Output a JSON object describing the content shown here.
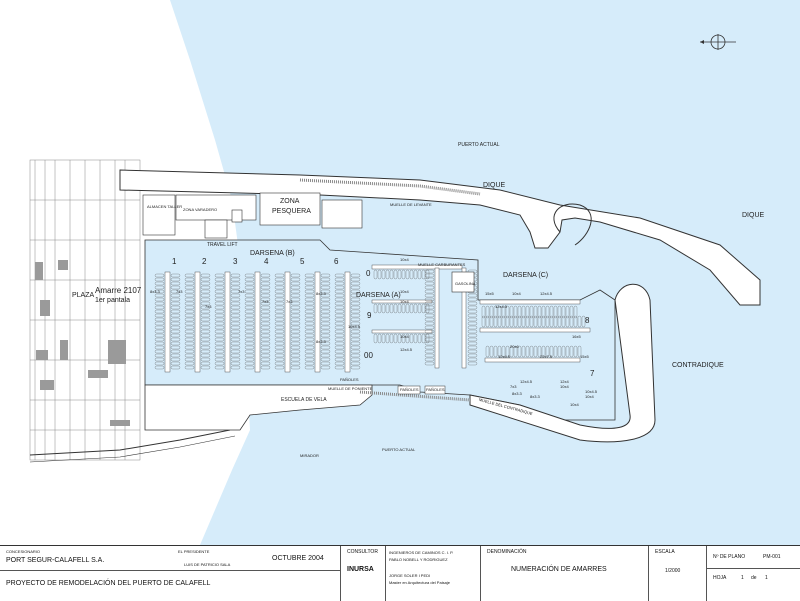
{
  "colors": {
    "sea": "#d6ecfa",
    "land": "#ffffff",
    "line": "#333333"
  },
  "icons": [
    "compass-rose-icon"
  ],
  "map_labels": {
    "puerto_actual_top": "PUERTO ACTUAL",
    "dique_1": "DIQUE",
    "dique_2": "DIQUE",
    "muelle_levante": "MUELLE DE LEVANTE",
    "almacen_taller": "ALMACEN TALLER",
    "zona_varadero": "ZONA VARADERO",
    "zona": "ZONA",
    "pesquera": "PESQUERA",
    "travel_lift": "TRAVEL LIFT",
    "darsena_b": "DARSENA (B)",
    "darsena_a": "DARSENA (A)",
    "darsena_c": "DARSENA (C)",
    "plaza": "PLAZA",
    "amarre_2107": "Amarre 2107",
    "pantala": "1er pantala",
    "muelle_carburantes": "MUELLE CARBURANTES",
    "gasolina": "GASOLINA",
    "contradique": "CONTRADIQUE",
    "escuela_vela": "ESCUELA DE VELA",
    "muelle_poniente": "MUELLE DE PONIENTE",
    "mirador": "MIRADOR",
    "puerto_actual_bottom": "PUERTO ACTUAL",
    "muelle_contradique": "MUELLE DEL CONTRADIQUE",
    "pañoles_1": "PAÑOLES",
    "pañoles_2": "PAÑOLES",
    "pañoles_3": "PAÑOLES"
  },
  "pier_numbers": [
    "1",
    "2",
    "3",
    "4",
    "5",
    "6"
  ],
  "pier_numbers_b": [
    "0",
    "9",
    "00",
    "8",
    "7"
  ],
  "berth_sizes": [
    "8x3.3",
    "7x3",
    "7x3",
    "7x3",
    "7x3",
    "7x3",
    "8x3.3",
    "8x3.3",
    "10x4.5",
    "10x4",
    "10x4",
    "10x4",
    "10x4",
    "12x4.5",
    "12x4.5",
    "10x4",
    "12x4.5",
    "15x5",
    "16x5",
    "20x6",
    "22x7.5",
    "12x4.5",
    "12x4.5",
    "10x4",
    "12x4",
    "10x4",
    "8x3.3",
    "7x3",
    "8x3.3",
    "10x4",
    "10x4.5",
    "15x5"
  ],
  "title_block": {
    "concesionario_lbl": "CONCESIONARIO",
    "company": "PORT SEGUR-CALAFELL S.A.",
    "president_lbl": "EL PRESIDENTE",
    "president": "LUIS DE PATRICIO SALA",
    "date": "OCTUBRE 2004",
    "project": "PROYECTO DE REMODELACIÓN DEL PUERTO DE CALAFELL",
    "consultor_lbl": "CONSULTOR",
    "consultor": "INURSA",
    "engineers_lbl": "INGENIEROS DE CAMINOS C. I. P.",
    "engineer": "PABLO NOBELL Y RODRIGUEZ",
    "architect": "JORGE SOLER I PEDI",
    "architect_title": "Master en Arquitectura del Paisaje",
    "denominacion_lbl": "DENOMINACIÓN",
    "denominacion": "NUMERACIÓN DE AMARRES",
    "escala_lbl": "ESCALA",
    "escala": "1/2000",
    "plano_lbl": "Nº DE PLANO",
    "plano": "PM-001",
    "hoja_lbl": "HOJA",
    "hoja": "1",
    "de_lbl": "de",
    "de": "1"
  }
}
